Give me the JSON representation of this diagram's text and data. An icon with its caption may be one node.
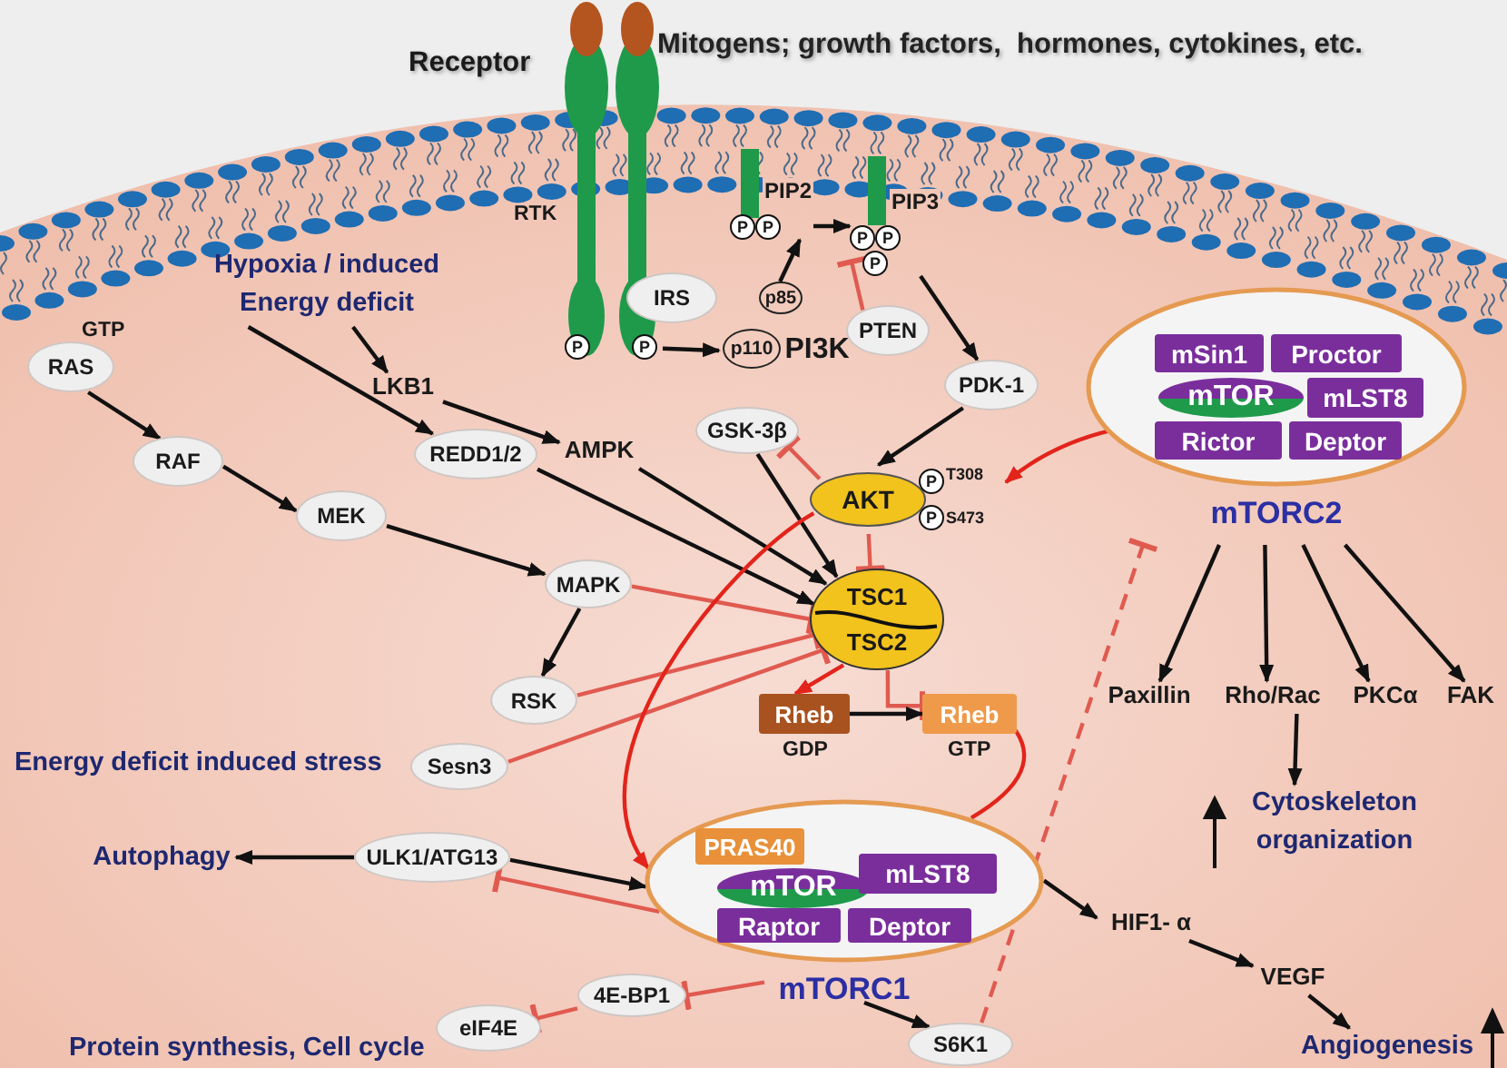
{
  "diagram": {
    "nodes": [
      {
        "text": [
          "Receptor",
          "RTK",
          "P",
          "P"
        ]
      },
      {
        "text": [
          "PIP2",
          "P",
          "P"
        ]
      },
      {
        "text": [
          "PIP3",
          "P",
          "P",
          "P"
        ]
      },
      {
        "text": [
          "IRS"
        ]
      },
      {
        "text": [
          "p85",
          "p110",
          "PI3K"
        ]
      },
      {
        "text": [
          "PTEN"
        ]
      },
      {
        "text": [
          "PDK-1"
        ]
      },
      {
        "text": [
          "Hypoxia / induced Energy deficit"
        ]
      },
      {
        "text": [
          "RAS"
        ],
        "beside": [
          "GTP"
        ]
      },
      {
        "text": [
          "LKB1"
        ]
      },
      {
        "text": [
          "GSK-3β"
        ]
      },
      {
        "text": [
          "RAF"
        ]
      },
      {
        "text": [
          "AMPK"
        ]
      },
      {
        "text": [
          "REDD1/2"
        ]
      },
      {
        "text": [
          "MEK"
        ]
      },
      {
        "text": [
          "mTORC2"
        ]
      },
      {
        "text": [
          "mSin1"
        ],
        "in": 15
      },
      {
        "text": [
          "Proctor"
        ],
        "in": 15
      },
      {
        "text": [
          "mTOR"
        ],
        "in": 15
      },
      {
        "text": [
          "mLST8"
        ],
        "in": 15
      },
      {
        "text": [
          "Rictor"
        ],
        "in": 15
      },
      {
        "text": [
          "Deptor"
        ],
        "in": 15
      },
      {
        "text": [
          "AKT"
        ],
        "beside": [
          "P",
          "T308",
          "P",
          "S473"
        ]
      },
      {
        "text": [
          "MAPK"
        ]
      },
      {
        "text": [
          "TSC1",
          "TSC2"
        ]
      },
      {
        "text": [
          "RSK"
        ]
      },
      {
        "text": [
          "Paxillin"
        ]
      },
      {
        "text": [
          "Rho/Rac"
        ]
      },
      {
        "text": [
          "PKCα"
        ]
      },
      {
        "text": [
          "FAK"
        ]
      },
      {
        "text": [
          "Rheb"
        ],
        "beside": [
          "GDP"
        ]
      },
      {
        "text": [
          "Rheb"
        ],
        "beside": [
          "GTP"
        ]
      },
      {
        "text": [
          "Sesn3"
        ]
      },
      {
        "text": [
          "Cytoskeleton organization"
        ]
      },
      {
        "text": [
          "Autophagy"
        ]
      },
      {
        "text": [
          "ULK1/ATG13"
        ]
      },
      {
        "text": [
          "mTORC1"
        ]
      },
      {
        "text": [
          "PRAS40"
        ],
        "in": 36
      },
      {
        "text": [
          "mTOR"
        ],
        "in": 36
      },
      {
        "text": [
          "mLST8"
        ],
        "in": 36
      },
      {
        "text": [
          "Raptor"
        ],
        "in": 36
      },
      {
        "text": [
          "Deptor"
        ],
        "in": 36
      },
      {
        "text": [
          "HIF1- α"
        ]
      },
      {
        "text": [
          "4E-BP1"
        ]
      },
      {
        "text": [
          "eIF4E"
        ]
      },
      {
        "text": [
          "VEGF"
        ]
      },
      {
        "text": [
          "S6K1"
        ]
      },
      {
        "text": [
          "Angiogenesis"
        ]
      }
    ],
    "edges": [
      {
        "from": 0,
        "to": 4,
        "arrow": "to"
      },
      {
        "from": 4,
        "to": 1,
        "arrow": "to"
      },
      {
        "from": 1,
        "to": 2,
        "arrow": "to"
      },
      {
        "from": 5,
        "to": 2,
        "arrow": "other",
        "color": "#e05a50"
      },
      {
        "from": 2,
        "to": 6,
        "arrow": "to"
      },
      {
        "from": 6,
        "to": 22,
        "arrow": "to"
      },
      {
        "from": 22,
        "to": 10,
        "arrow": "other",
        "color": "#e05a50"
      },
      {
        "from": 15,
        "to": 22,
        "arrow": "to",
        "color": "#e3241b"
      },
      {
        "from": 22,
        "to": 24,
        "arrow": "other",
        "color": "#e05a50"
      },
      {
        "from": 7,
        "to": 13,
        "arrow": "to"
      },
      {
        "from": 7,
        "to": 9,
        "arrow": "to"
      },
      {
        "from": 9,
        "to": 12,
        "arrow": "to"
      },
      {
        "from": 12,
        "to": 24,
        "arrow": "to"
      },
      {
        "from": 13,
        "to": 24,
        "arrow": "to"
      },
      {
        "from": 10,
        "to": 24,
        "arrow": "to"
      },
      {
        "from": 8,
        "to": 11,
        "arrow": "to"
      },
      {
        "from": 11,
        "to": 14,
        "arrow": "to"
      },
      {
        "from": 14,
        "to": 23,
        "arrow": "to"
      },
      {
        "from": 23,
        "to": 25,
        "arrow": "to"
      },
      {
        "from": 23,
        "to": 24,
        "arrow": "other",
        "color": "#e05a50"
      },
      {
        "from": 25,
        "to": 24,
        "arrow": "other",
        "color": "#e05a50"
      },
      {
        "from": 32,
        "to": 24,
        "arrow": "other",
        "color": "#e05a50"
      },
      {
        "from": 24,
        "to": 30,
        "arrow": "to",
        "color": "#e3241b"
      },
      {
        "from": 24,
        "to": 31,
        "arrow": "other",
        "color": "#e05a50"
      },
      {
        "from": 30,
        "to": 31,
        "arrow": "to"
      },
      {
        "from": 31,
        "to": 36,
        "arrow": "none",
        "color": "#e3241b"
      },
      {
        "from": 22,
        "to": 36,
        "arrow": "to",
        "color": "#e3241b"
      },
      {
        "from": 15,
        "to": 26,
        "arrow": "to"
      },
      {
        "from": 15,
        "to": 27,
        "arrow": "to"
      },
      {
        "from": 15,
        "to": 28,
        "arrow": "to"
      },
      {
        "from": 15,
        "to": 29,
        "arrow": "to"
      },
      {
        "from": 27,
        "to": 33,
        "arrow": "to"
      },
      {
        "from": 35,
        "to": 34,
        "arrow": "to"
      },
      {
        "from": 35,
        "to": 36,
        "arrow": "to"
      },
      {
        "from": 36,
        "to": 35,
        "arrow": "other",
        "color": "#e05a50"
      },
      {
        "from": 36,
        "to": 42,
        "arrow": "to"
      },
      {
        "from": 42,
        "to": 45,
        "arrow": "to"
      },
      {
        "from": 45,
        "to": 47,
        "arrow": "to"
      },
      {
        "from": 36,
        "to": 43,
        "arrow": "other",
        "color": "#e05a50"
      },
      {
        "from": 43,
        "to": 44,
        "arrow": "other",
        "color": "#e05a50"
      },
      {
        "from": 36,
        "to": 46,
        "arrow": "to"
      },
      {
        "from": 46,
        "to": 15,
        "arrow": "other",
        "style": "dashed",
        "color": "#e05a50"
      }
    ],
    "labels": [
      "Mitogens; growth factors,  hormones, cytokines, etc.",
      "Energy deficit induced stress",
      "Protein synthesis, Cell cycle"
    ]
  }
}
